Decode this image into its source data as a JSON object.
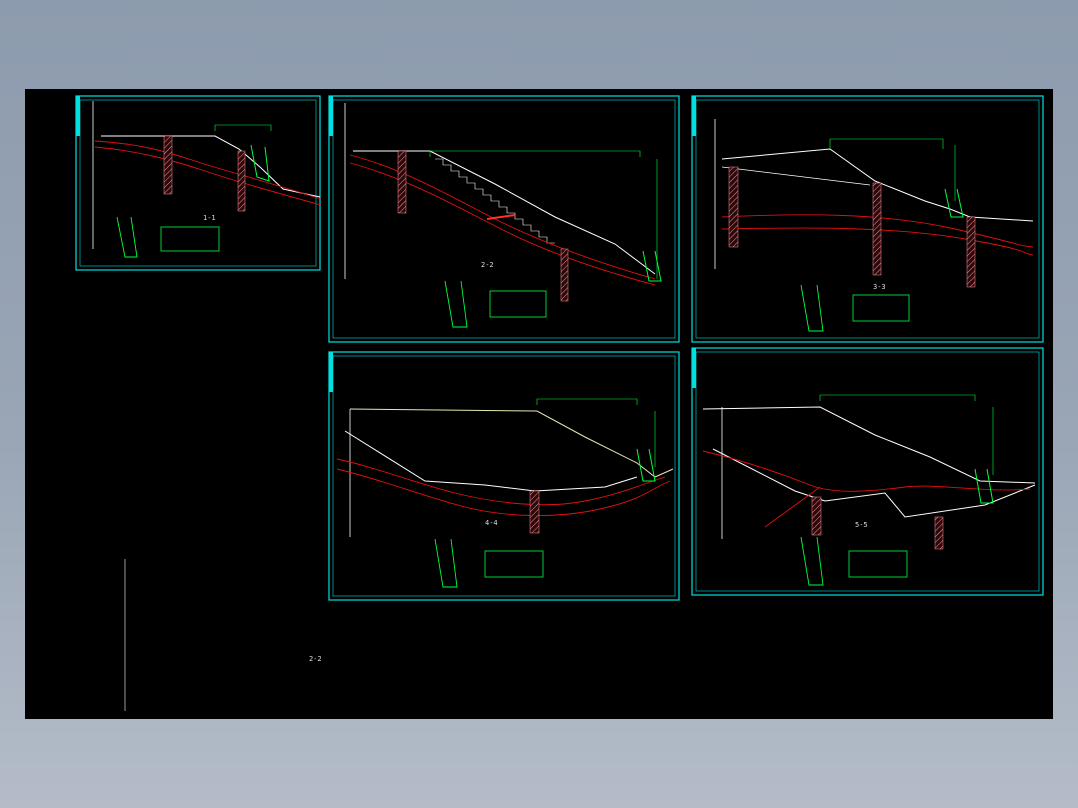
{
  "colors": {
    "background_outer": "#9aa6b6",
    "canvas": "#000000",
    "frame": "#00e0e0",
    "ground": "#ffffff",
    "rock_layer": "#e01010",
    "wall": "#00ff3c",
    "pile": "#ff8c96",
    "annotation": "#dddddd"
  },
  "sheets": [
    {
      "id": "sheet-1",
      "section_label": "1-1"
    },
    {
      "id": "sheet-2",
      "section_label": "2-2"
    },
    {
      "id": "sheet-3",
      "section_label": "3-3"
    },
    {
      "id": "sheet-4",
      "section_label": "4-4"
    },
    {
      "id": "sheet-5",
      "section_label": "5-5"
    }
  ],
  "loose_section_label": "2-2"
}
